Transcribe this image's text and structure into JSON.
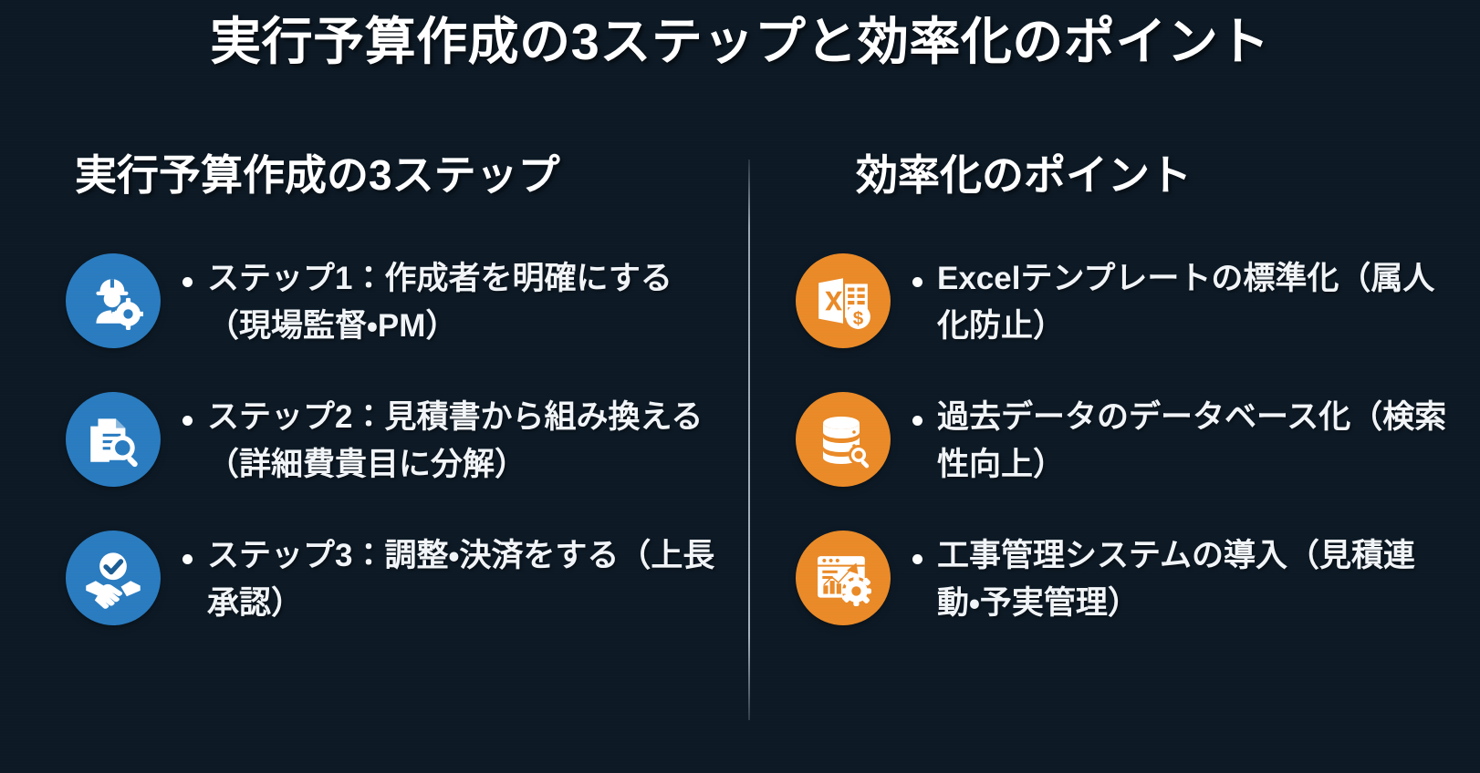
{
  "slide": {
    "title": "実行予算作成の3ステップと効率化のポイント",
    "background_color": "#214260",
    "divider": "vertical-divider"
  },
  "left_column": {
    "heading": "実行予算作成の3ステップ",
    "accent_color": "#2e7fc4",
    "items": [
      {
        "icon": "engineer-gear-icon",
        "icon_color": "#2a7cc0",
        "text": "ステップ1：作成者を明確にする（現場監督・PM）"
      },
      {
        "icon": "document-search-icon",
        "icon_color": "#2a7cc0",
        "text": "ステップ2：見積書から組み換える（詳細費貴目に分解）"
      },
      {
        "icon": "handshake-check-icon",
        "icon_color": "#2a7cc0",
        "text": "ステップ3：調整・決済をする（上長承認）"
      }
    ]
  },
  "right_column": {
    "heading": "効率化のポイント",
    "accent_color": "#e8903a",
    "items": [
      {
        "icon": "excel-money-icon",
        "icon_color": "#ea8a28",
        "text": "Excelテンプレートの標準化（属人化防止）"
      },
      {
        "icon": "database-search-icon",
        "icon_color": "#ea8a28",
        "text": "過去データのデータベース化（検索性向上）"
      },
      {
        "icon": "dashboard-gear-icon",
        "icon_color": "#ea8a28",
        "text": "工事管理システムの導入（見積連動・予実管理）"
      }
    ]
  }
}
